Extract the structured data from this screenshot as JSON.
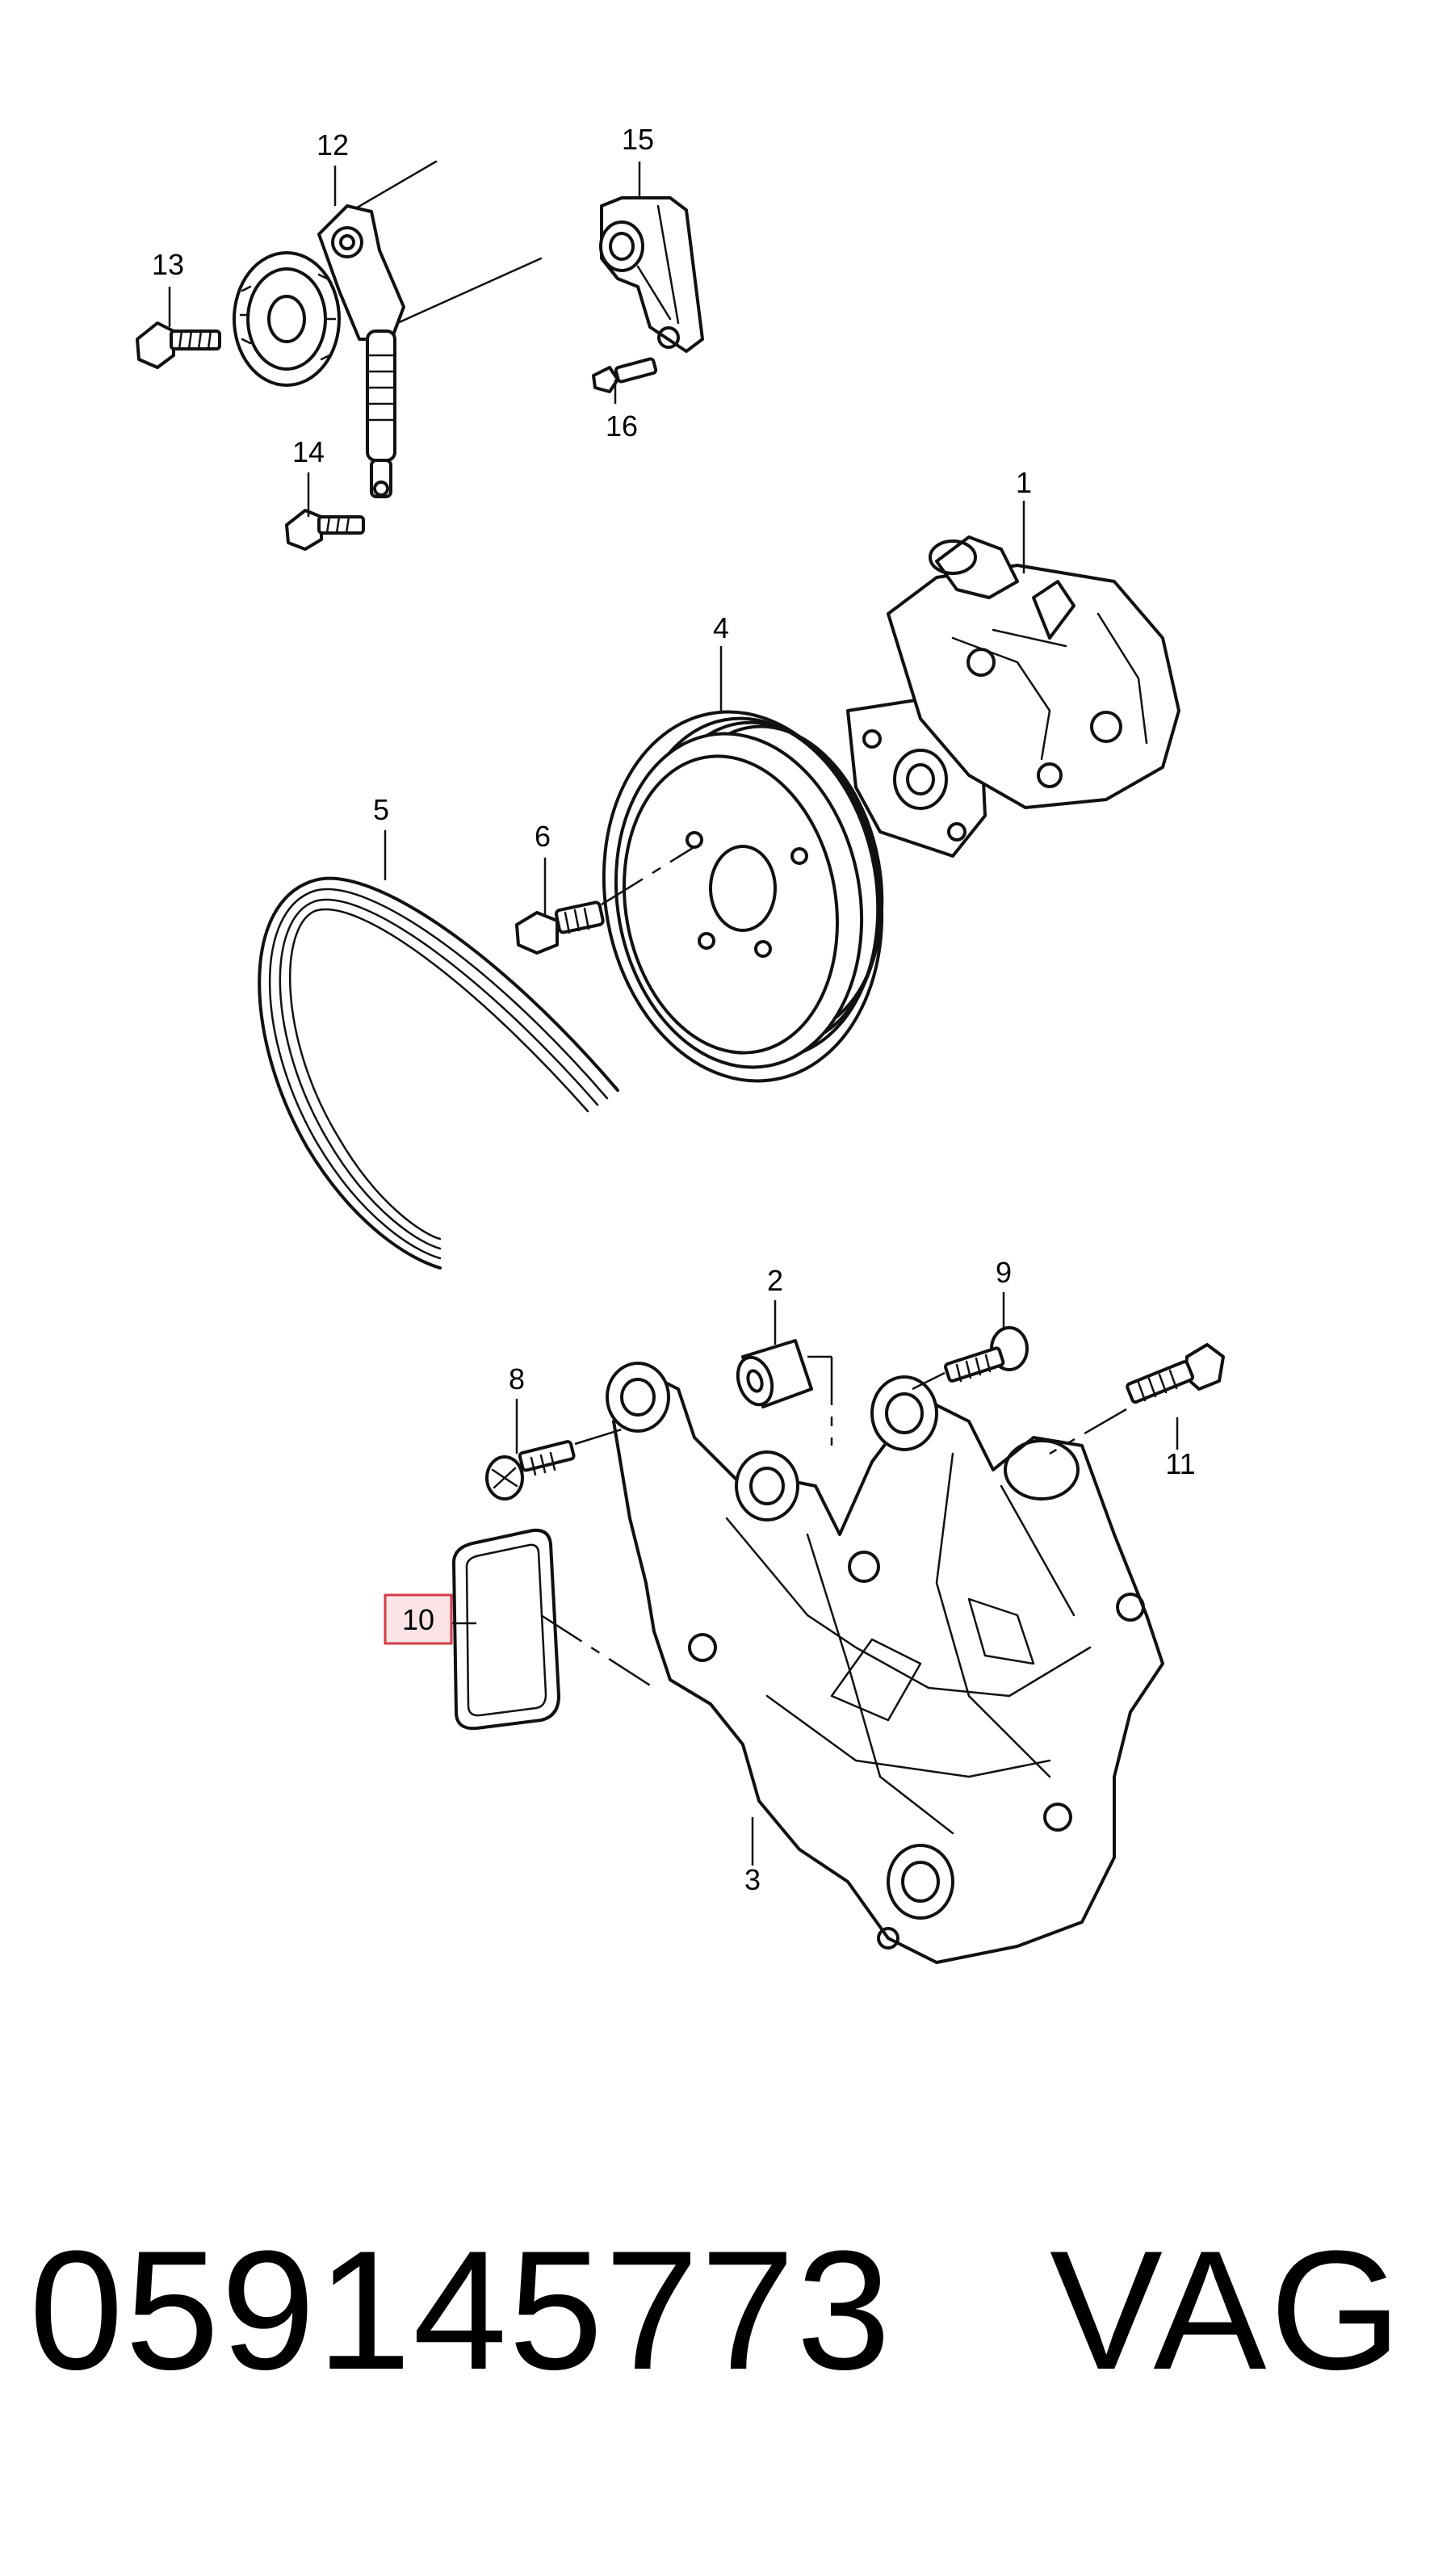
{
  "diagram": {
    "callouts": {
      "c1": "1",
      "c2": "2",
      "c3": "3",
      "c4": "4",
      "c5": "5",
      "c6": "6",
      "c8": "8",
      "c9": "9",
      "c10": "10",
      "c11": "11",
      "c12": "12",
      "c13": "13",
      "c14": "14",
      "c15": "15",
      "c16": "16"
    },
    "highlighted_callout": "10",
    "highlight_color": "#d33c4a"
  },
  "footer": {
    "part_number": "059145773",
    "brand": "VAG"
  }
}
